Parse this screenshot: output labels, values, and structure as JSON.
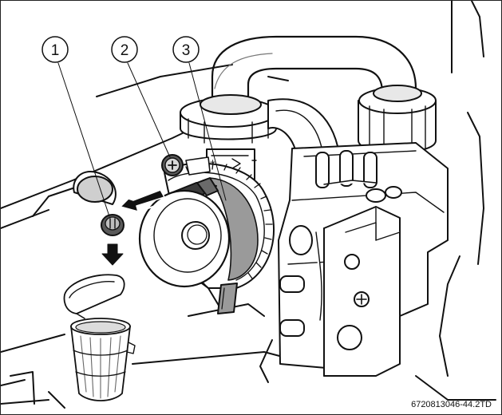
{
  "callouts": [
    {
      "label": "1"
    },
    {
      "label": "2"
    },
    {
      "label": "3"
    }
  ],
  "document_code": "6720813046-44.2TD",
  "icons": {
    "screw": "plus-screw-icon",
    "cap": "slotted-cap-icon",
    "arrow": "arrow-down-icon",
    "container": "waste-bin-icon"
  },
  "colors": {
    "line": "#111111",
    "fill_light": "#ffffff",
    "fill_gray": "#9a9a9a",
    "fill_dark": "#3a3a3a"
  }
}
